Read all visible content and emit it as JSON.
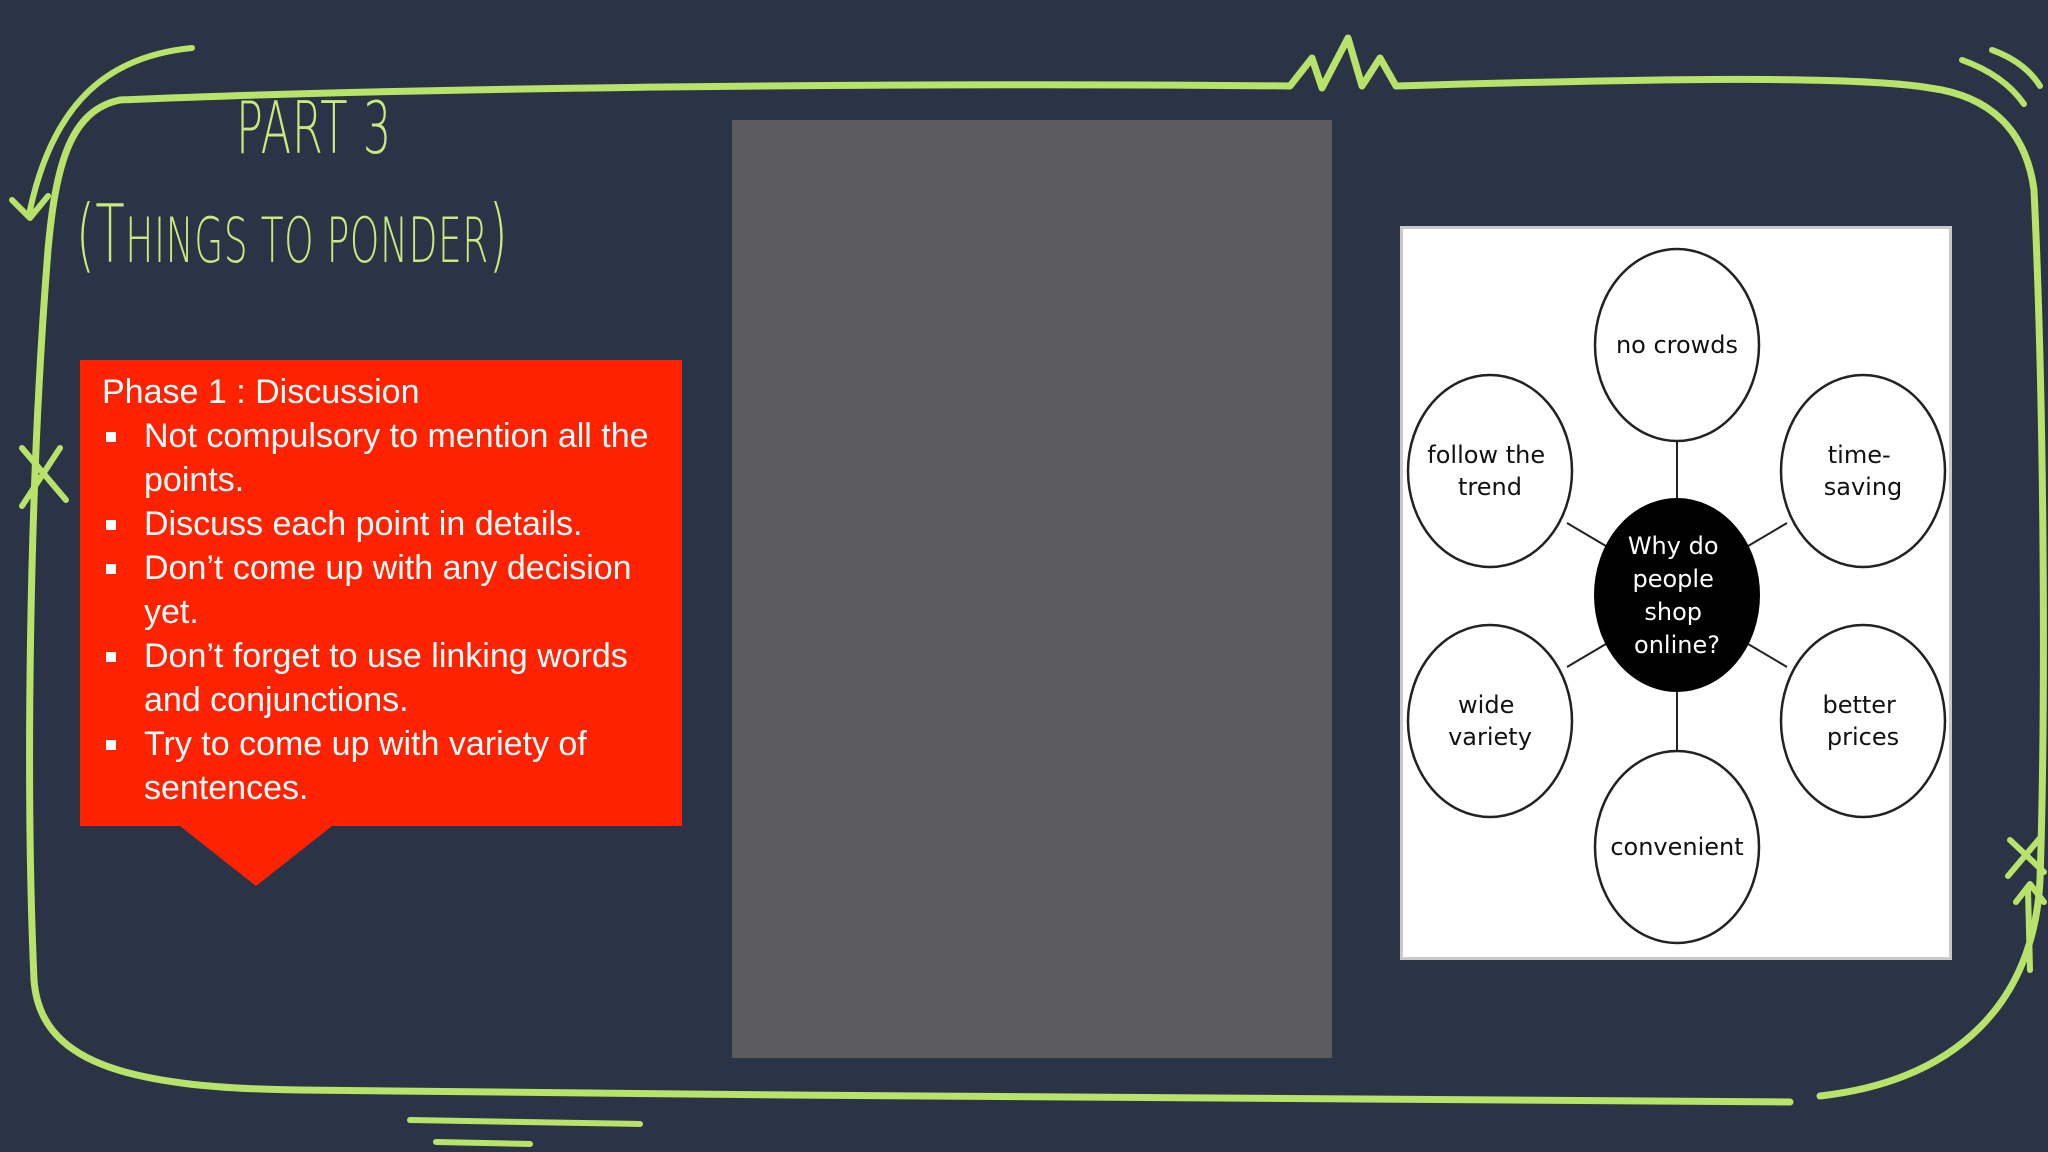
{
  "slide": {
    "title_line1": "PART 3",
    "title_line2_parts": [
      "(T",
      "HINGS TO PONDER",
      ")"
    ],
    "colors": {
      "background": "#2b3446",
      "accent": "#b8e36a",
      "callout": "#ff2200",
      "panel": "#5c5c5f"
    }
  },
  "callout": {
    "heading": "Phase 1 : Discussion",
    "points": [
      "Not compulsory to mention all the points.",
      "Discuss each point in details.",
      "Don’t come up with any decision yet.",
      "Don’t forget to use linking words and conjunctions.",
      "Try to come up with variety of sentences."
    ]
  },
  "mindmap": {
    "center_lines": [
      "Why do",
      "people",
      "shop",
      "online?"
    ],
    "nodes": [
      {
        "lines": [
          "no crowds"
        ]
      },
      {
        "lines": [
          "time-",
          "saving"
        ]
      },
      {
        "lines": [
          "better",
          "prices"
        ]
      },
      {
        "lines": [
          "convenient"
        ]
      },
      {
        "lines": [
          "wide",
          "variety"
        ]
      },
      {
        "lines": [
          "follow the",
          "trend"
        ]
      }
    ]
  }
}
